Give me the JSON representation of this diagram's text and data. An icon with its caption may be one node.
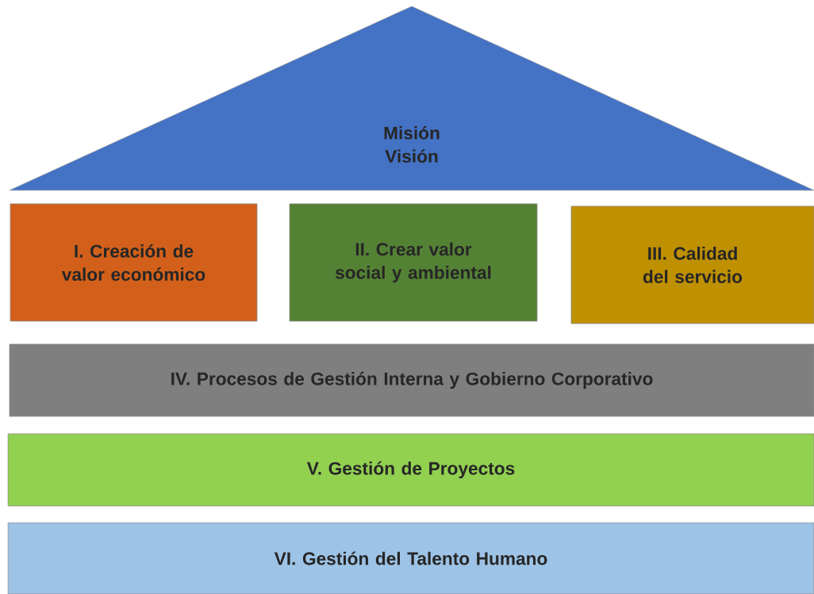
{
  "diagram": {
    "nodes": [
      {
        "text": [
          "Misión Visión"
        ]
      },
      {
        "text": [
          "I. Creación de valor económico"
        ]
      },
      {
        "text": [
          "II. Crear valor social y ambiental"
        ]
      },
      {
        "text": [
          "III. Calidad del servicio"
        ]
      },
      {
        "text": [
          "IV. Procesos de Gestión Interna y Gobierno Corporativo"
        ]
      },
      {
        "text": [
          "V. Gestión de Proyectos"
        ]
      },
      {
        "text": [
          "VI. Gestión del Talento Humano"
        ]
      }
    ]
  }
}
